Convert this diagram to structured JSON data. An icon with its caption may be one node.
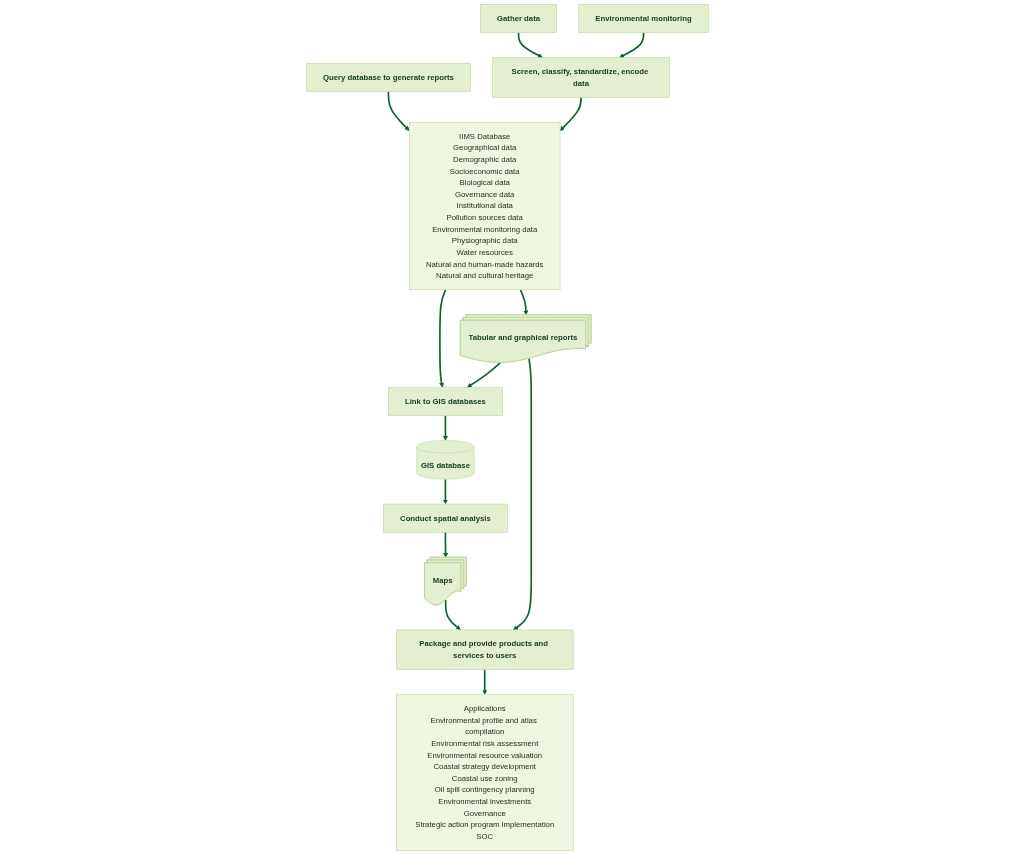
{
  "diagram": {
    "nodes": [
      {
        "text": [
          "Query database to generate reports"
        ]
      },
      {
        "text": [
          "IIMS Database",
          "Geographical data",
          "Demographic data",
          "Socioeconomic data",
          "Biological data",
          "Governance data",
          "Institutional data",
          "Pollution sources data",
          "Environmental monitoring data",
          "Physiographic data",
          "Water resources",
          "Natural and human-made hazards",
          "Natural and cultural heritage"
        ]
      },
      {
        "text": [
          "Tabular and graphical reports"
        ]
      },
      {
        "text": [
          "Link to GIS databases"
        ]
      },
      {
        "text": [
          "GIS database"
        ]
      },
      {
        "text": [
          "Conduct spatial analysis"
        ]
      },
      {
        "text": [
          "Maps"
        ]
      },
      {
        "text": [
          "Applications",
          "Environmental profile and atlas compilation",
          "Environmental risk assessment",
          "Environmental resource valuation",
          "Coastal strategy development",
          "Coastal use zoning",
          "Oil spill contingency planning",
          "Environmental investments",
          "Governance",
          "Strategic action program implementation",
          "SOC"
        ]
      },
      {
        "text": [
          "Package and provide products and services to users"
        ]
      },
      {
        "text": [
          "Screen, classify, standardize, encode data"
        ]
      },
      {
        "text": [
          "Gather data"
        ]
      },
      {
        "text": [
          "Environmental monitoring"
        ]
      }
    ],
    "edges": [
      {
        "from": 0,
        "to": 1,
        "arrow": "to"
      },
      {
        "from": 1,
        "to": 2,
        "arrow": "to"
      },
      {
        "from": 1,
        "to": 3,
        "arrow": "to"
      },
      {
        "from": 2,
        "to": 3,
        "arrow": "to"
      },
      {
        "from": 3,
        "to": 4,
        "arrow": "to"
      },
      {
        "from": 4,
        "to": 5,
        "arrow": "to"
      },
      {
        "from": 5,
        "to": 6,
        "arrow": "to"
      },
      {
        "from": 6,
        "to": 8,
        "arrow": "to"
      },
      {
        "from": 2,
        "to": 8,
        "arrow": "to"
      },
      {
        "from": 8,
        "to": 7,
        "arrow": "to"
      },
      {
        "from": 9,
        "to": 1,
        "arrow": "to"
      },
      {
        "from": 10,
        "to": 9,
        "arrow": "to"
      },
      {
        "from": 11,
        "to": 9,
        "arrow": "to"
      }
    ]
  }
}
